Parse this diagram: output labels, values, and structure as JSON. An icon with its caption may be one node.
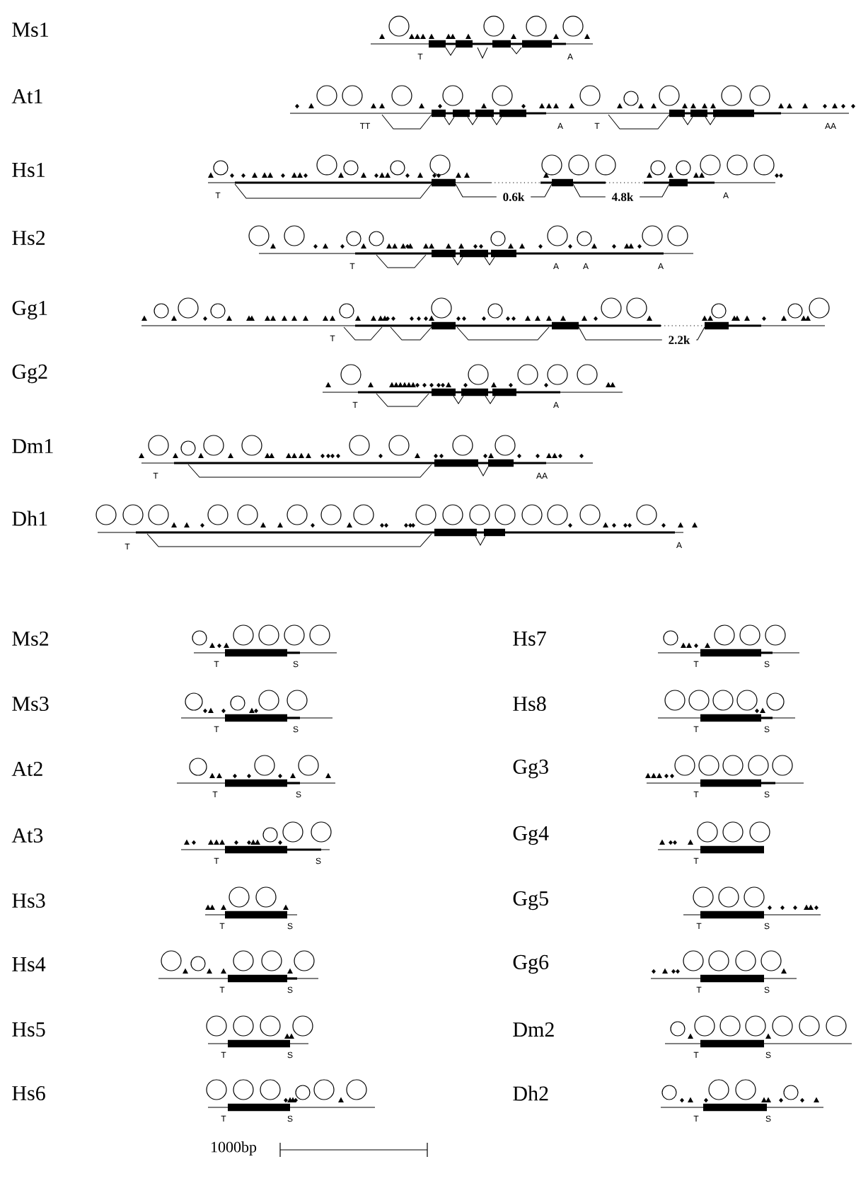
{
  "diagram": {
    "labels": [
      "Ms1",
      "T",
      "A",
      "At1",
      "TT",
      "A",
      "T",
      "AA",
      "Hs1",
      "T",
      "0.6k",
      "4.8k",
      "A",
      "Hs2",
      "T",
      "A",
      "A",
      "A",
      "Gg1",
      "T",
      "2.2k",
      "Gg2",
      "T",
      "A",
      "Dm1",
      "T",
      "AA",
      "Dh1",
      "T",
      "A",
      "Ms2",
      "T",
      "S",
      "Hs7",
      "T",
      "S",
      "Ms3",
      "T",
      "S",
      "Hs8",
      "T",
      "S",
      "At2",
      "T",
      "S",
      "Gg3",
      "T",
      "S",
      "At3",
      "T",
      "S",
      "Gg4",
      "T",
      "Hs3",
      "T",
      "S",
      "Gg5",
      "T",
      "S",
      "Hs4",
      "T",
      "S",
      "Gg6",
      "T",
      "S",
      "Hs5",
      "T",
      "S",
      "Dm2",
      "T",
      "S",
      "Hs6",
      "T",
      "S",
      "Dh2",
      "T",
      "S",
      "1000bp"
    ]
  }
}
